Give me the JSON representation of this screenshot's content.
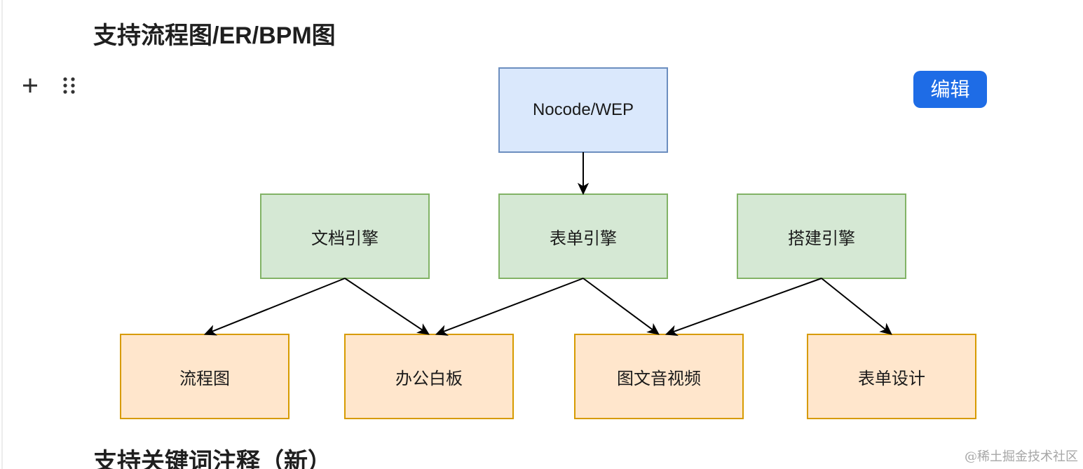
{
  "document": {
    "sections": [
      {
        "heading": "支持流程图/ER/BPM图"
      },
      {
        "heading": "支持关键词注释（新）"
      }
    ]
  },
  "block_handle": {
    "add_icon": "plus-icon",
    "drag_icon": "drag-handle-icon"
  },
  "diagram_block": {
    "edit_button": {
      "label": "编辑",
      "color": "#1e6ce6"
    },
    "diagram": {
      "edge_color": "#000000",
      "tiers": [
        {
          "style": {
            "fill": "#dae8fc",
            "stroke": "#6c8ebf"
          },
          "nodes": [
            {
              "label": "Nocode/WEP",
              "targets": [
                1
              ]
            }
          ]
        },
        {
          "style": {
            "fill": "#d5e8d4",
            "stroke": "#82b366"
          },
          "nodes": [
            {
              "label": "文档引擎",
              "targets": [
                0,
                1
              ]
            },
            {
              "label": "表单引擎",
              "targets": [
                1,
                2
              ]
            },
            {
              "label": "搭建引擎",
              "targets": [
                2,
                3
              ]
            }
          ]
        },
        {
          "style": {
            "fill": "#ffe6cc",
            "stroke": "#d79b00"
          },
          "nodes": [
            {
              "label": "流程图"
            },
            {
              "label": "办公白板"
            },
            {
              "label": "图文音视频"
            },
            {
              "label": "表单设计"
            }
          ]
        }
      ]
    }
  },
  "watermark": "@稀土掘金技术社区"
}
